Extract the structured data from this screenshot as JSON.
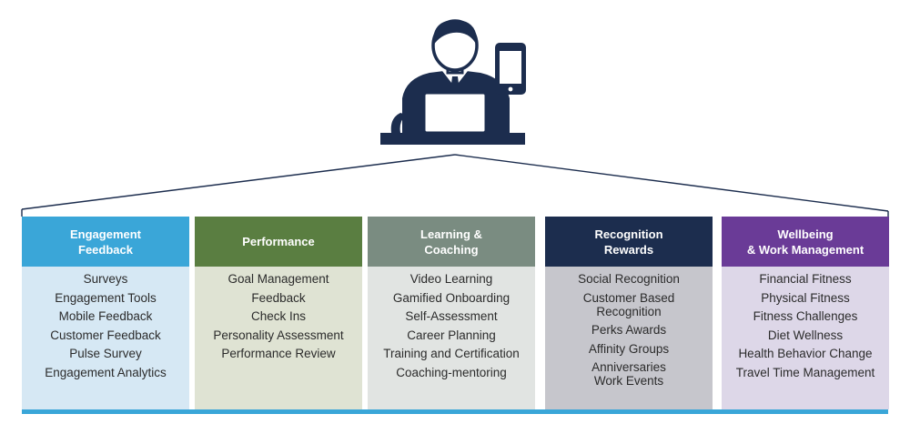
{
  "colors": {
    "navy": "#1c2d4e",
    "base_bar": "#3aa6d8"
  },
  "icons": [
    "person-at-laptop-icon",
    "smartphone-icon",
    "roof-outline"
  ],
  "columns": [
    {
      "title": "Engagement\nFeedback",
      "header_color": "#3aa6d8",
      "body_color": "#d6e8f4",
      "items": [
        "Surveys",
        "Engagement Tools",
        "Mobile Feedback",
        "Customer Feedback",
        "Pulse Survey",
        "Engagement Analytics"
      ]
    },
    {
      "title": "Performance",
      "header_color": "#5a7e41",
      "body_color": "#dfe3d3",
      "items": [
        "Goal Management",
        "Feedback",
        "Check Ins",
        "Personality Assessment",
        "Performance Review"
      ]
    },
    {
      "title": "Learning &\nCoaching",
      "header_color": "#7a8c81",
      "body_color": "#e1e4e2",
      "items": [
        "Video Learning",
        "Gamified Onboarding",
        "Self-Assessment",
        "Career Planning",
        "Training and Certification",
        "Coaching-mentoring"
      ]
    },
    {
      "title": "Recognition\nRewards",
      "header_color": "#1c2d4e",
      "body_color": "#c6c6cc",
      "items": [
        "Social Recognition",
        "Customer Based\nRecognition",
        "Perks Awards",
        "Affinity Groups",
        "Anniversaries\nWork Events"
      ]
    },
    {
      "title": "Wellbeing\n& Work Management",
      "header_color": "#6a3b97",
      "body_color": "#ddd7e8",
      "items": [
        "Financial Fitness",
        "Physical Fitness",
        "Fitness Challenges",
        "Diet Wellness",
        "Health Behavior Change",
        "Travel Time Management"
      ]
    }
  ]
}
